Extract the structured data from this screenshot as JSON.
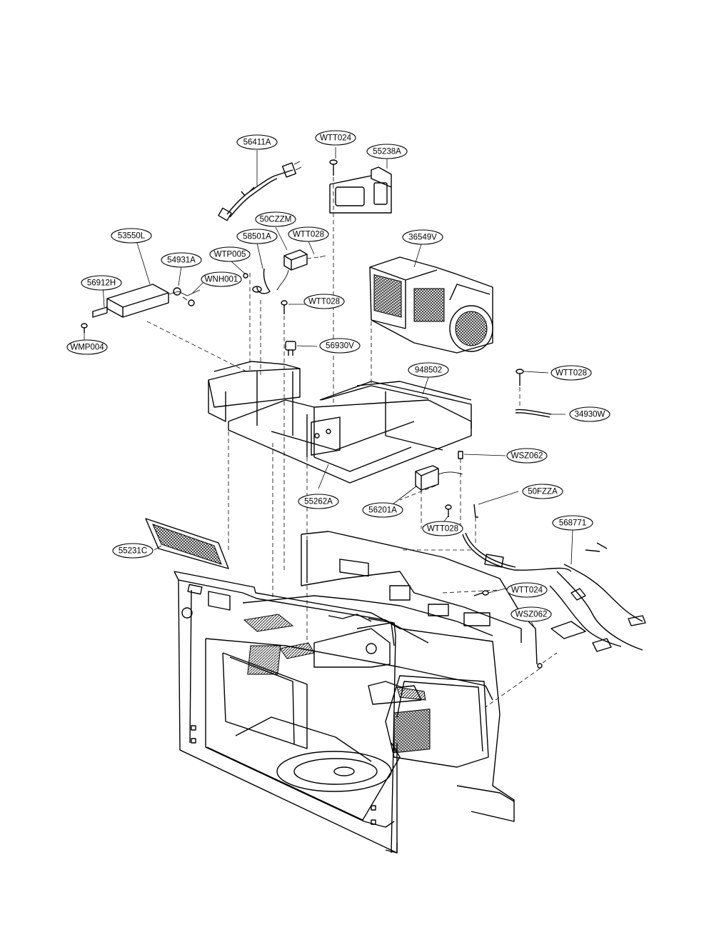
{
  "diagram": {
    "callouts": [
      {
        "id": "c-56411a",
        "label": "56411A"
      },
      {
        "id": "c-wtt024-top",
        "label": "WTT024"
      },
      {
        "id": "c-55238a",
        "label": "55238A"
      },
      {
        "id": "c-50czzm",
        "label": "50CZZM"
      },
      {
        "id": "c-53550l",
        "label": "53550L"
      },
      {
        "id": "c-58501a",
        "label": "58501A"
      },
      {
        "id": "c-wtt028-a",
        "label": "WTT028"
      },
      {
        "id": "c-36549v",
        "label": "36549V"
      },
      {
        "id": "c-54931a",
        "label": "54931A"
      },
      {
        "id": "c-wtp005",
        "label": "WTP005"
      },
      {
        "id": "c-wnh001",
        "label": "WNH001"
      },
      {
        "id": "c-56912h",
        "label": "56912H"
      },
      {
        "id": "c-wtt028-b",
        "label": "WTT028"
      },
      {
        "id": "c-wmp004",
        "label": "WMP004"
      },
      {
        "id": "c-56930v",
        "label": "56930V"
      },
      {
        "id": "c-948502",
        "label": "948502"
      },
      {
        "id": "c-wtt028-c",
        "label": "WTT028"
      },
      {
        "id": "c-34930w",
        "label": "34930W"
      },
      {
        "id": "c-wsz062-a",
        "label": "WSZ062"
      },
      {
        "id": "c-50fzza",
        "label": "50FZZA"
      },
      {
        "id": "c-55262a",
        "label": "55262A"
      },
      {
        "id": "c-56201a",
        "label": "56201A"
      },
      {
        "id": "c-wtt028-d",
        "label": "WTT028"
      },
      {
        "id": "c-568771",
        "label": "568771"
      },
      {
        "id": "c-55231c",
        "label": "55231C"
      },
      {
        "id": "c-wtt024-b",
        "label": "WTT024"
      },
      {
        "id": "c-wsz062-b",
        "label": "WSZ062"
      }
    ]
  }
}
